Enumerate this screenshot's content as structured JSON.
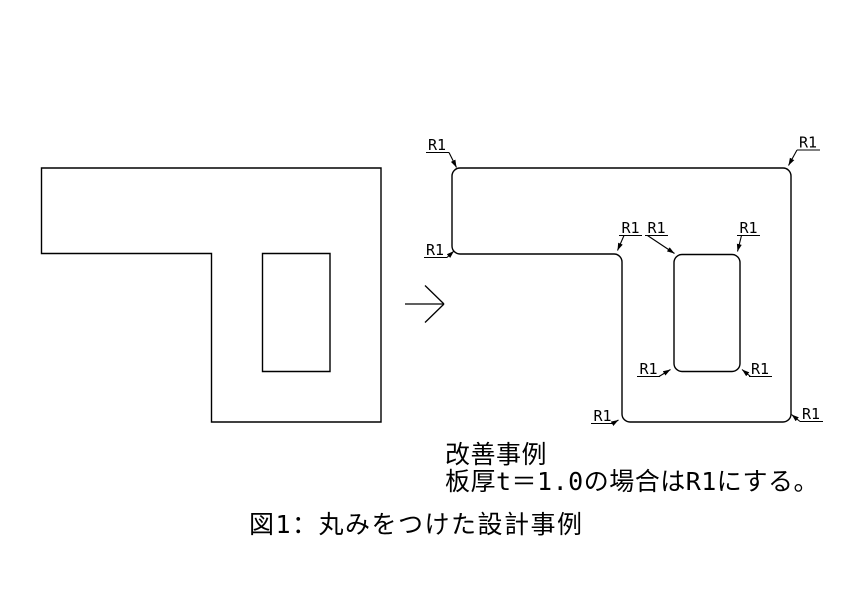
{
  "colors": {
    "line": "#000000",
    "background": "#ffffff",
    "text": "#000000"
  },
  "icons": {
    "transform_arrow": "right-arrow"
  },
  "annotations": {
    "radius_labels": [
      {
        "id": "outer-top-left",
        "text": "R1"
      },
      {
        "id": "outer-top-right",
        "text": "R1"
      },
      {
        "id": "arm-bottom-left",
        "text": "R1"
      },
      {
        "id": "step-corner",
        "text": "R1"
      },
      {
        "id": "cutout-top-left",
        "text": "R1"
      },
      {
        "id": "cutout-top-right",
        "text": "R1"
      },
      {
        "id": "cutout-bottom-left",
        "text": "R1"
      },
      {
        "id": "cutout-bottom-right",
        "text": "R1"
      },
      {
        "id": "outer-bottom-left",
        "text": "R1"
      },
      {
        "id": "outer-bottom-right",
        "text": "R1"
      }
    ]
  },
  "notes": {
    "line1": "改善事例",
    "line2": "板厚t＝1.0の場合はR1にする。"
  },
  "caption": "図1：丸みをつけた設計事例"
}
